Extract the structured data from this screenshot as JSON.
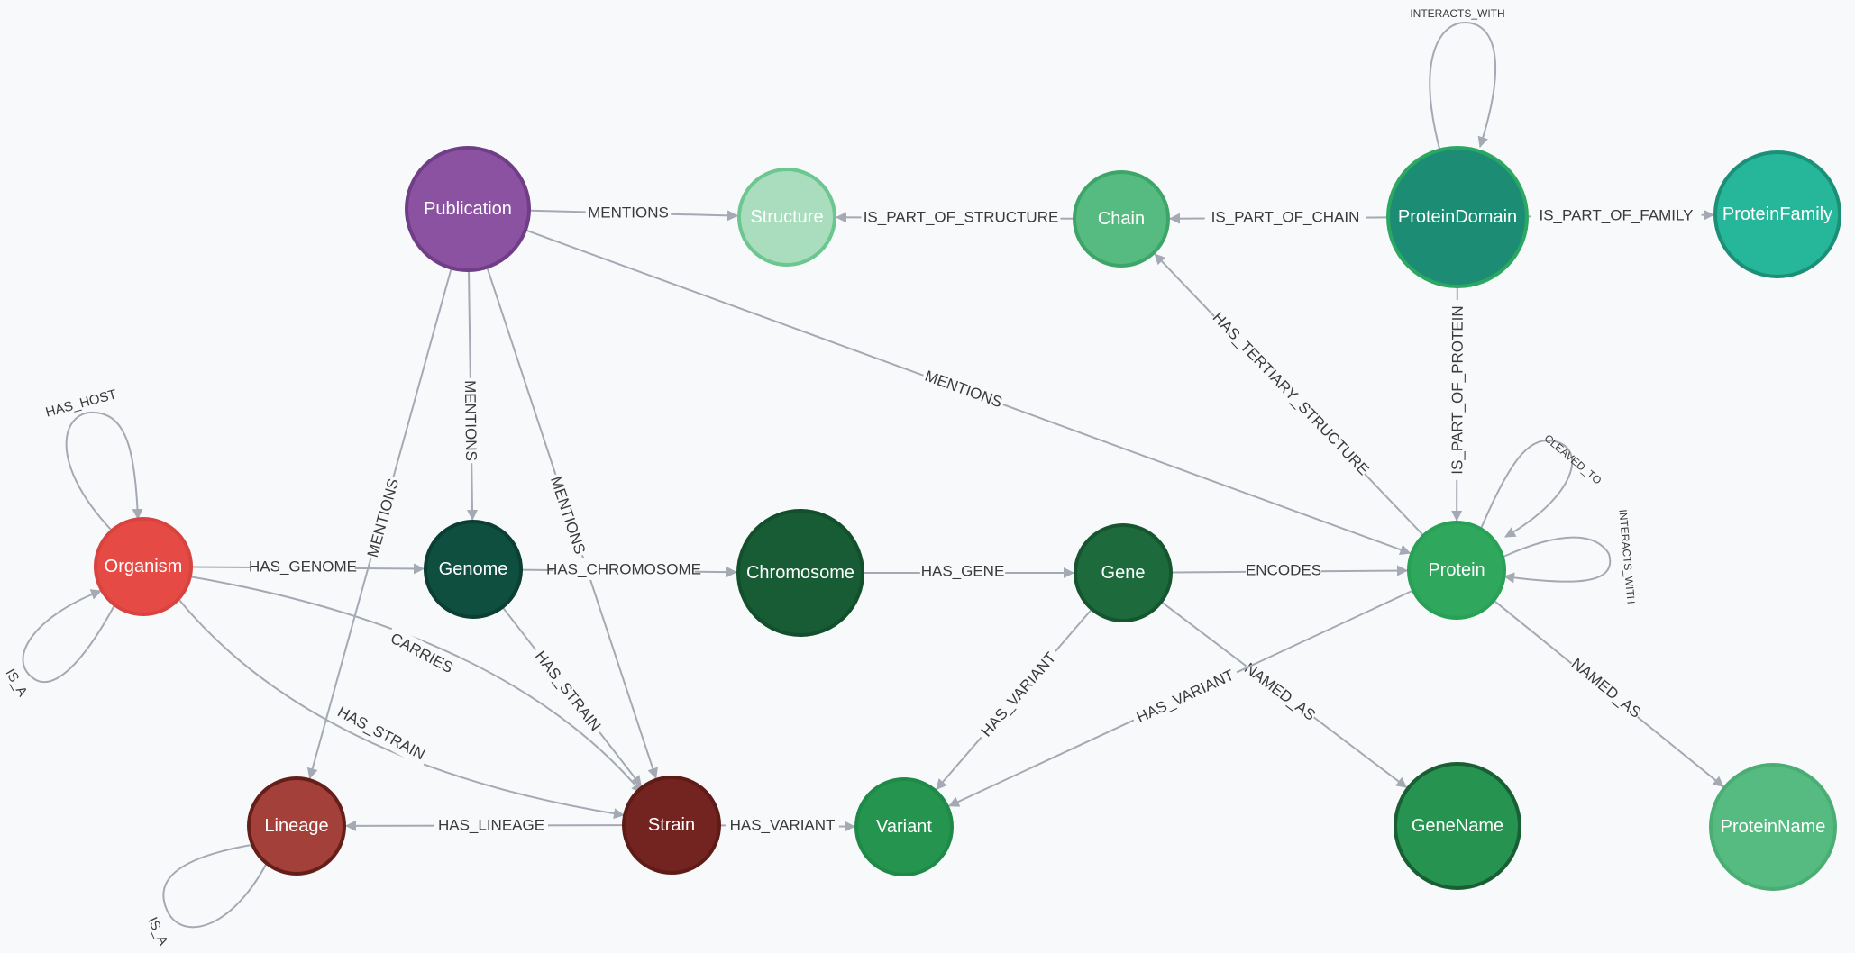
{
  "colors": {
    "Publication": "#8a52a1",
    "Structure": "#a9ddbd",
    "Chain": "#55bb80",
    "ProteinDomain": "#1d8c74",
    "ProteinFamily": "#26b699",
    "Organism": "#e64a44",
    "Genome": "#0f4f40",
    "Chromosome": "#175c34",
    "Gene": "#1d6b3c",
    "Protein": "#2fa75d",
    "Lineage": "#a4403a",
    "Strain": "#742420",
    "Variant": "#24944f",
    "GeneName": "#279350",
    "ProteinName": "#55bb80",
    "edge": "#a5a9b3"
  },
  "nodes": [
    {
      "id": "Publication",
      "label": "Publication"
    },
    {
      "id": "Structure",
      "label": "Structure"
    },
    {
      "id": "Chain",
      "label": "Chain"
    },
    {
      "id": "ProteinDomain",
      "label": "ProteinDomain"
    },
    {
      "id": "ProteinFamily",
      "label": "ProteinFamily"
    },
    {
      "id": "Organism",
      "label": "Organism"
    },
    {
      "id": "Genome",
      "label": "Genome"
    },
    {
      "id": "Chromosome",
      "label": "Chromosome"
    },
    {
      "id": "Gene",
      "label": "Gene"
    },
    {
      "id": "Protein",
      "label": "Protein"
    },
    {
      "id": "Lineage",
      "label": "Lineage"
    },
    {
      "id": "Strain",
      "label": "Strain"
    },
    {
      "id": "Variant",
      "label": "Variant"
    },
    {
      "id": "GeneName",
      "label": "GeneName"
    },
    {
      "id": "ProteinName",
      "label": "ProteinName"
    }
  ],
  "edges": [
    {
      "from": "Publication",
      "to": "Structure",
      "label": "MENTIONS"
    },
    {
      "from": "Chain",
      "to": "Structure",
      "label": "IS_PART_OF_STRUCTURE"
    },
    {
      "from": "ProteinDomain",
      "to": "Chain",
      "label": "IS_PART_OF_CHAIN"
    },
    {
      "from": "ProteinDomain",
      "to": "ProteinFamily",
      "label": "IS_PART_OF_FAMILY"
    },
    {
      "from": "ProteinDomain",
      "to": "ProteinDomain",
      "label": "INTERACTS_WITH"
    },
    {
      "from": "ProteinDomain",
      "to": "Protein",
      "label": "IS_PART_OF_PROTEIN"
    },
    {
      "from": "Protein",
      "to": "Chain",
      "label": "HAS_TERTIARY_STRUCTURE"
    },
    {
      "from": "Publication",
      "to": "Protein",
      "label": "MENTIONS"
    },
    {
      "from": "Publication",
      "to": "Genome",
      "label": "MENTIONS"
    },
    {
      "from": "Publication",
      "to": "Lineage",
      "label": "MENTIONS"
    },
    {
      "from": "Publication",
      "to": "Strain",
      "label": "MENTIONS"
    },
    {
      "from": "Organism",
      "to": "Organism",
      "label": "HAS_HOST"
    },
    {
      "from": "Organism",
      "to": "Organism",
      "label": "IS_A"
    },
    {
      "from": "Organism",
      "to": "Genome",
      "label": "HAS_GENOME"
    },
    {
      "from": "Organism",
      "to": "Strain",
      "label": "CARRIES"
    },
    {
      "from": "Organism",
      "to": "Strain",
      "label": "HAS_STRAIN"
    },
    {
      "from": "Genome",
      "to": "Chromosome",
      "label": "HAS_CHROMOSOME"
    },
    {
      "from": "Genome",
      "to": "Strain",
      "label": "HAS_STRAIN"
    },
    {
      "from": "Chromosome",
      "to": "Gene",
      "label": "HAS_GENE"
    },
    {
      "from": "Gene",
      "to": "Protein",
      "label": "ENCODES"
    },
    {
      "from": "Gene",
      "to": "Variant",
      "label": "HAS_VARIANT"
    },
    {
      "from": "Gene",
      "to": "GeneName",
      "label": "NAMED_AS"
    },
    {
      "from": "Protein",
      "to": "Variant",
      "label": "HAS_VARIANT"
    },
    {
      "from": "Protein",
      "to": "ProteinName",
      "label": "NAMED_AS"
    },
    {
      "from": "Protein",
      "to": "Protein",
      "label": "CLEAVED_TO"
    },
    {
      "from": "Protein",
      "to": "Protein",
      "label": "INTERACTS_WITH"
    },
    {
      "from": "Strain",
      "to": "Lineage",
      "label": "HAS_LINEAGE"
    },
    {
      "from": "Strain",
      "to": "Variant",
      "label": "HAS_VARIANT"
    },
    {
      "from": "Lineage",
      "to": "Lineage",
      "label": "IS_A"
    }
  ]
}
